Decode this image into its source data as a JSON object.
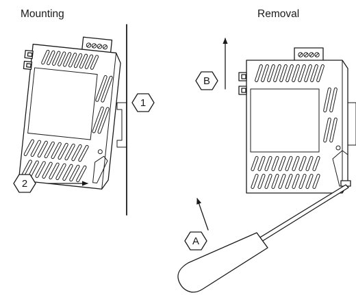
{
  "titles": {
    "mounting": "Mounting",
    "removal": "Removal"
  },
  "steps": {
    "mounting_1": "1",
    "mounting_2": "2",
    "removal_a": "A",
    "removal_b": "B"
  }
}
